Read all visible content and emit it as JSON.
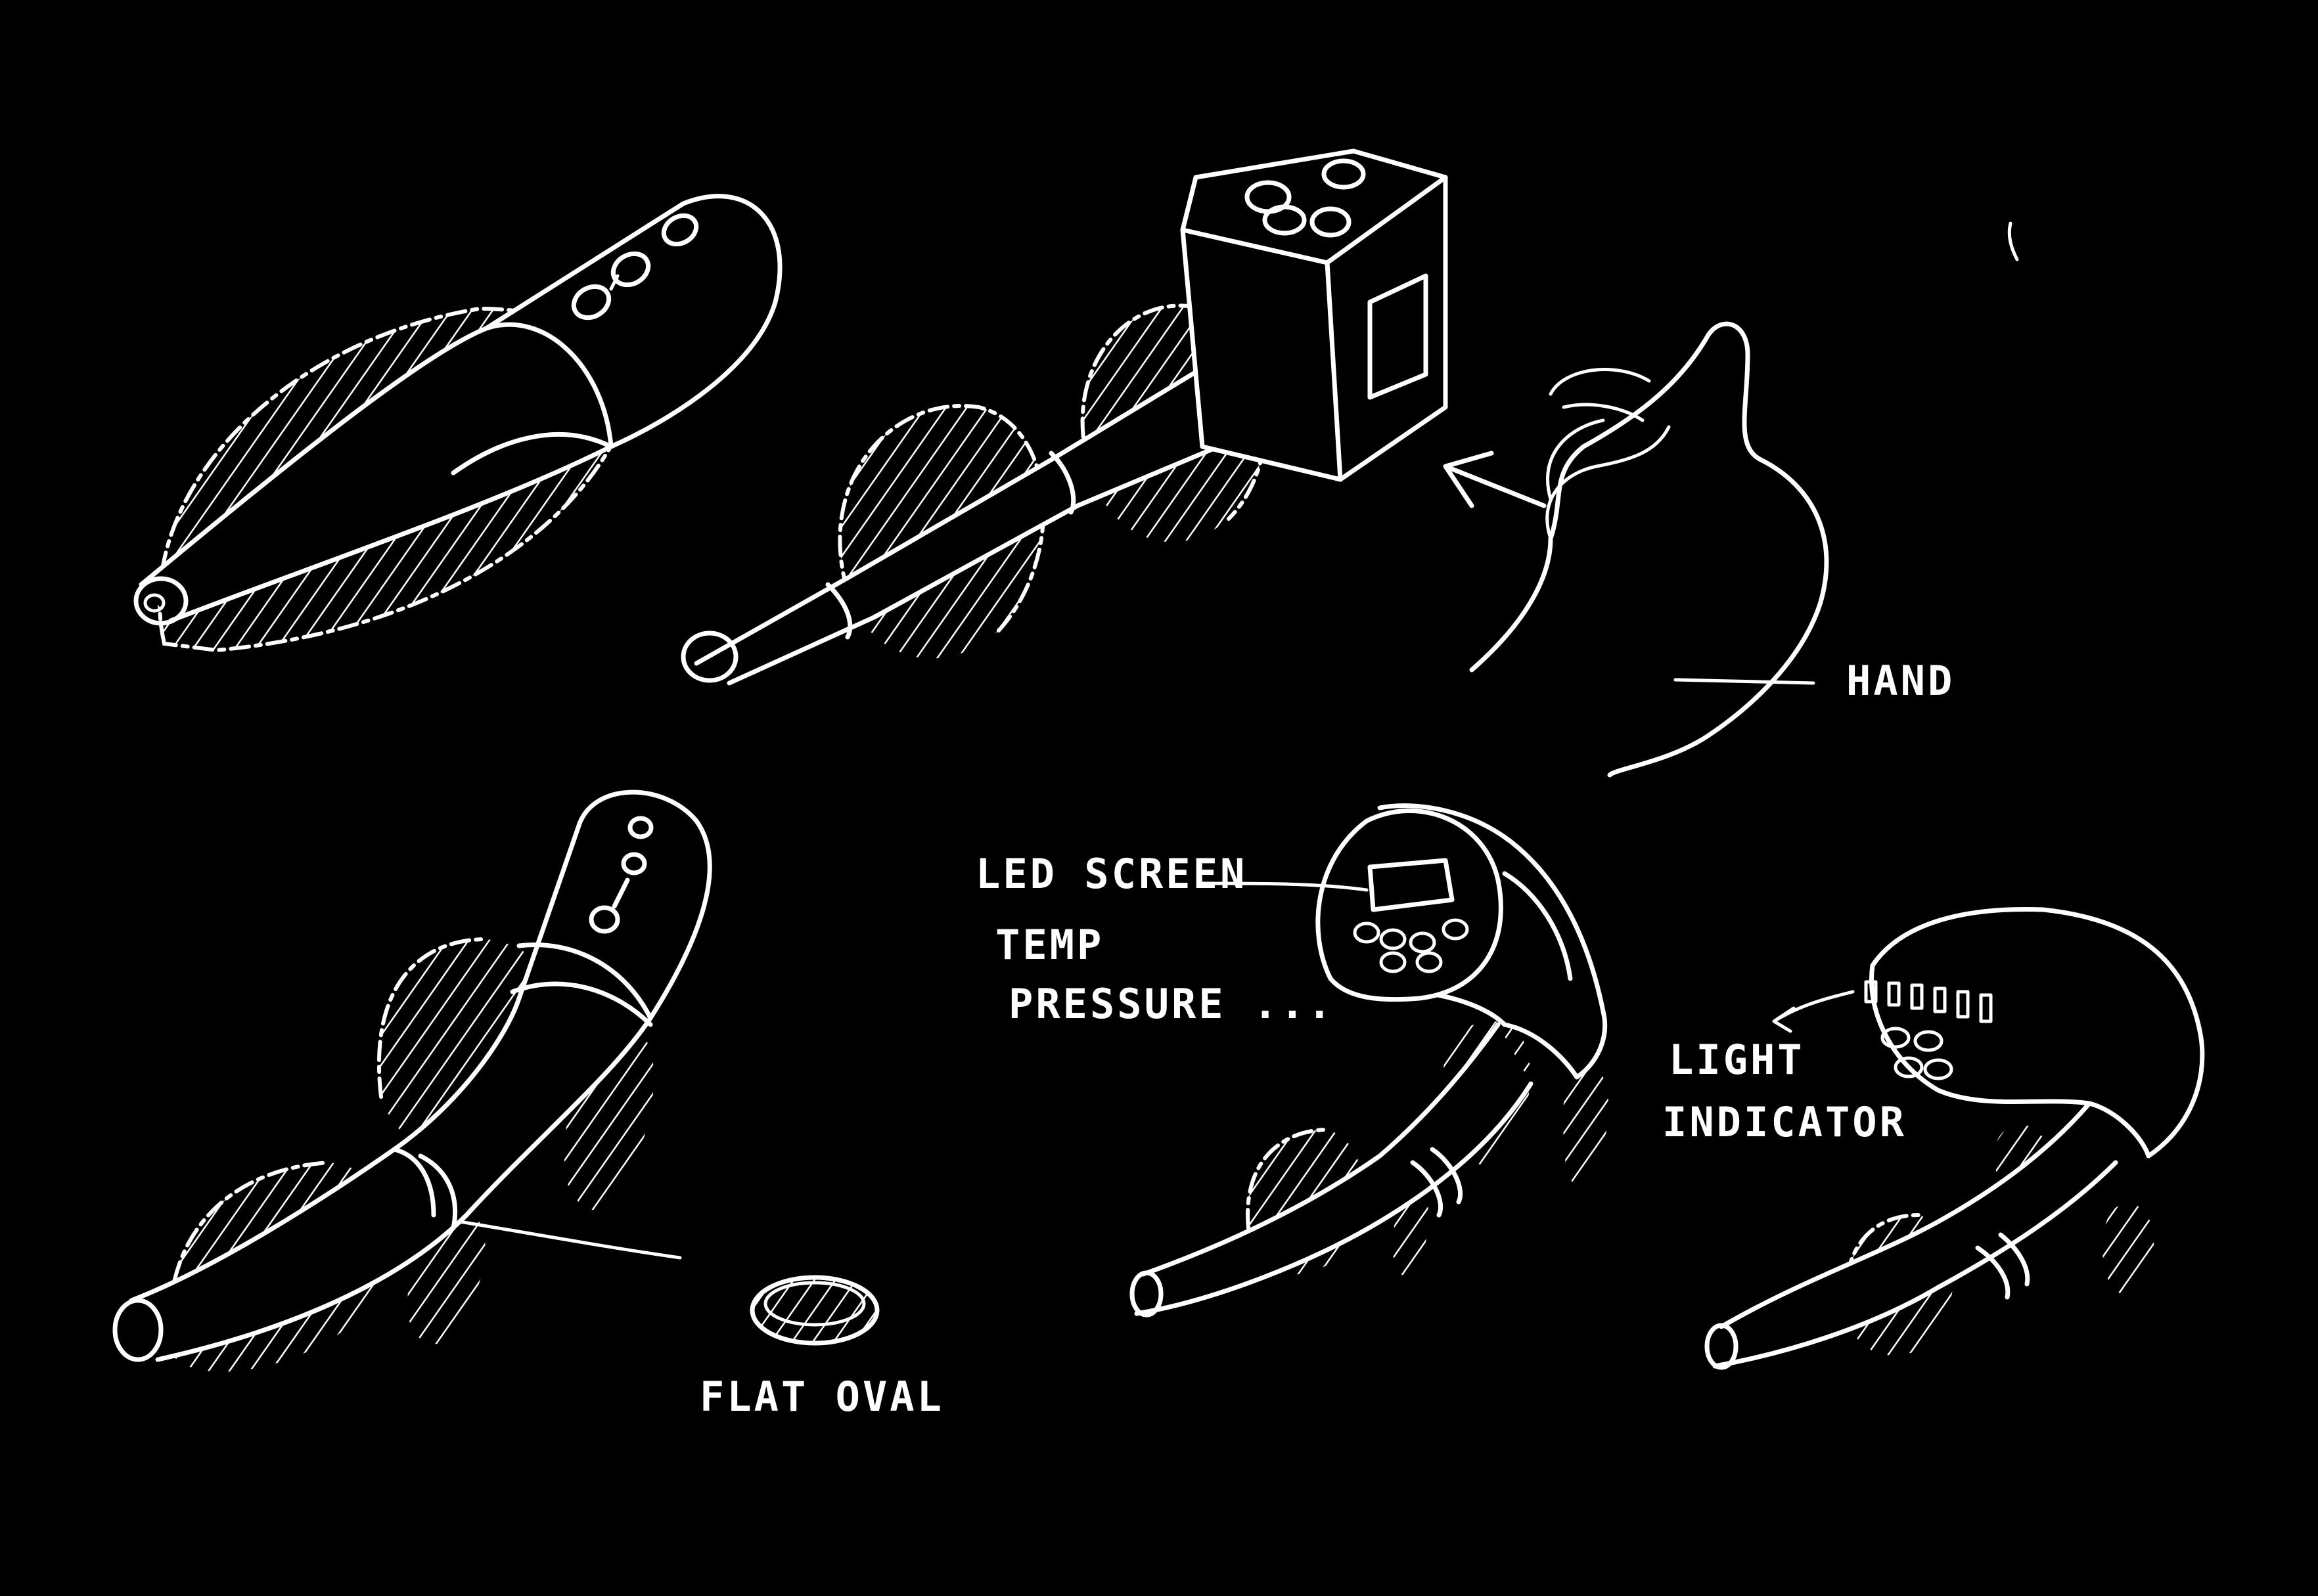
{
  "labels": {
    "hand": "HAND",
    "led_screen": "LED SCREEN",
    "temp": "TEMP",
    "pressure": "PRESSURE ...",
    "light": "LIGHT",
    "indicator": "INDICATOR",
    "flat_oval": "FLAT OVAL"
  },
  "colors": {
    "background": "#000000",
    "ink": "#ffffff"
  }
}
